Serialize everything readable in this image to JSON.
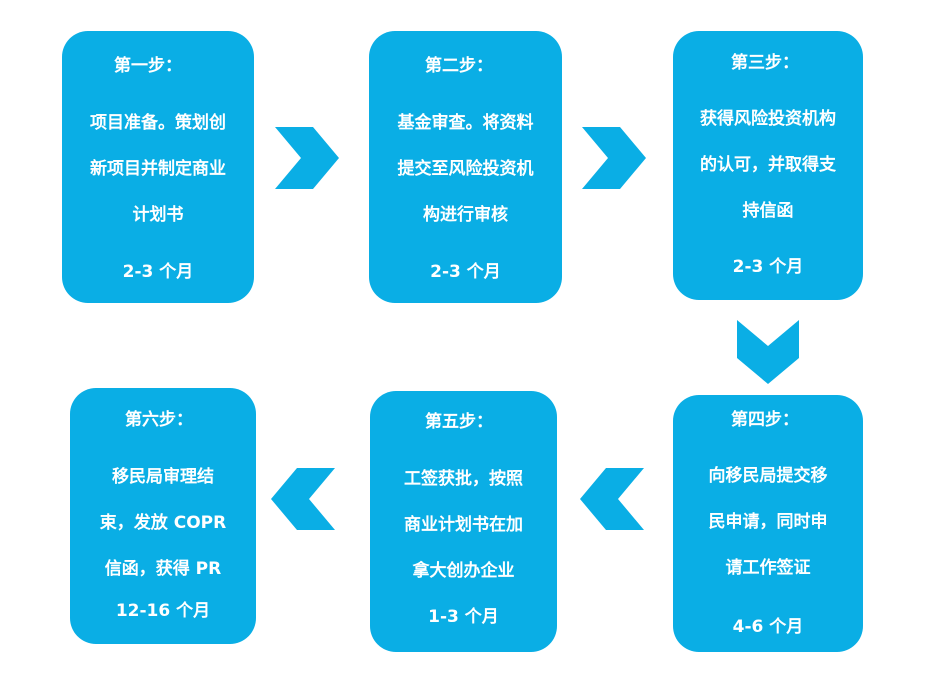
{
  "colors": {
    "box": "#0aaee5",
    "arrow": "#0aaee5",
    "text": "#ffffff"
  },
  "steps": [
    {
      "title": "第一步：",
      "lines": [
        "项目准备。策划创",
        "新项目并制定商业",
        "计划书"
      ],
      "duration": "2-3 个月"
    },
    {
      "title": "第二步：",
      "lines": [
        "基金审查。将资料",
        "提交至风险投资机",
        "构进行审核"
      ],
      "duration": "2-3 个月"
    },
    {
      "title": "第三步：",
      "lines": [
        "获得风险投资机构",
        "的认可，并取得支",
        "持信函"
      ],
      "duration": "2-3 个月"
    },
    {
      "title": "第四步：",
      "lines": [
        "向移民局提交移",
        "民申请，同时申",
        "请工作签证"
      ],
      "duration": "4-6 个月"
    },
    {
      "title": "第五步：",
      "lines": [
        "工签获批，按照",
        "商业计划书在加",
        "拿大创办企业"
      ],
      "duration": "1-3 个月"
    },
    {
      "title": "第六步：",
      "lines": [
        "移民局审理结",
        "束，发放 COPR",
        "信函，获得 PR"
      ],
      "duration": "12-16 个月"
    }
  ],
  "arrows": [
    {
      "direction": "right",
      "icon": "chevron-right-icon"
    },
    {
      "direction": "right",
      "icon": "chevron-right-icon"
    },
    {
      "direction": "down",
      "icon": "chevron-down-icon"
    },
    {
      "direction": "left",
      "icon": "chevron-left-icon"
    },
    {
      "direction": "left",
      "icon": "chevron-left-icon"
    }
  ]
}
